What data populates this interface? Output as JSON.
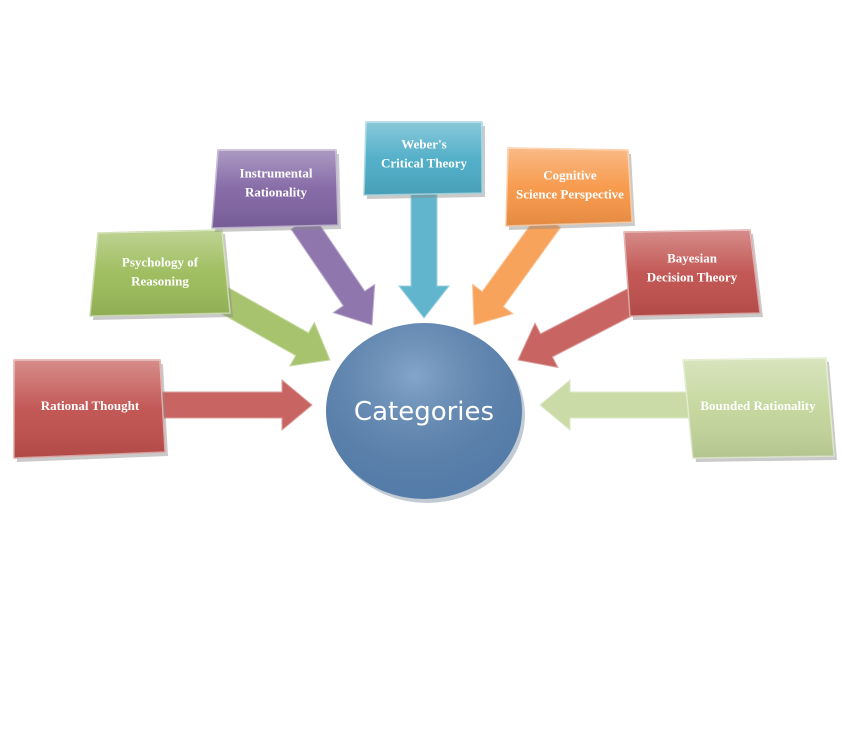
{
  "center": {
    "label": "Categories",
    "color": "#5b87b8"
  },
  "nodes": [
    {
      "id": "rational-thought",
      "lines": [
        "Rational Thought"
      ],
      "color": "#c0504d"
    },
    {
      "id": "psychology-of-reasoning",
      "lines": [
        "Psychology of",
        "Reasoning"
      ],
      "color": "#9bbb59"
    },
    {
      "id": "instrumental-rationality",
      "lines": [
        "Instrumental",
        "Rationality"
      ],
      "color": "#8064a2"
    },
    {
      "id": "webers-critical-theory",
      "lines": [
        "Weber's",
        "Critical Theory"
      ],
      "color": "#4bacc6"
    },
    {
      "id": "cognitive-science-perspective",
      "lines": [
        "Cognitive",
        "Science Perspective"
      ],
      "color": "#f79646"
    },
    {
      "id": "bayesian-decision-theory",
      "lines": [
        "Bayesian",
        "Decision Theory"
      ],
      "color": "#c0504d"
    },
    {
      "id": "bounded-rationality",
      "lines": [
        "Bounded Rationality"
      ],
      "color": "#c3d69b"
    }
  ]
}
